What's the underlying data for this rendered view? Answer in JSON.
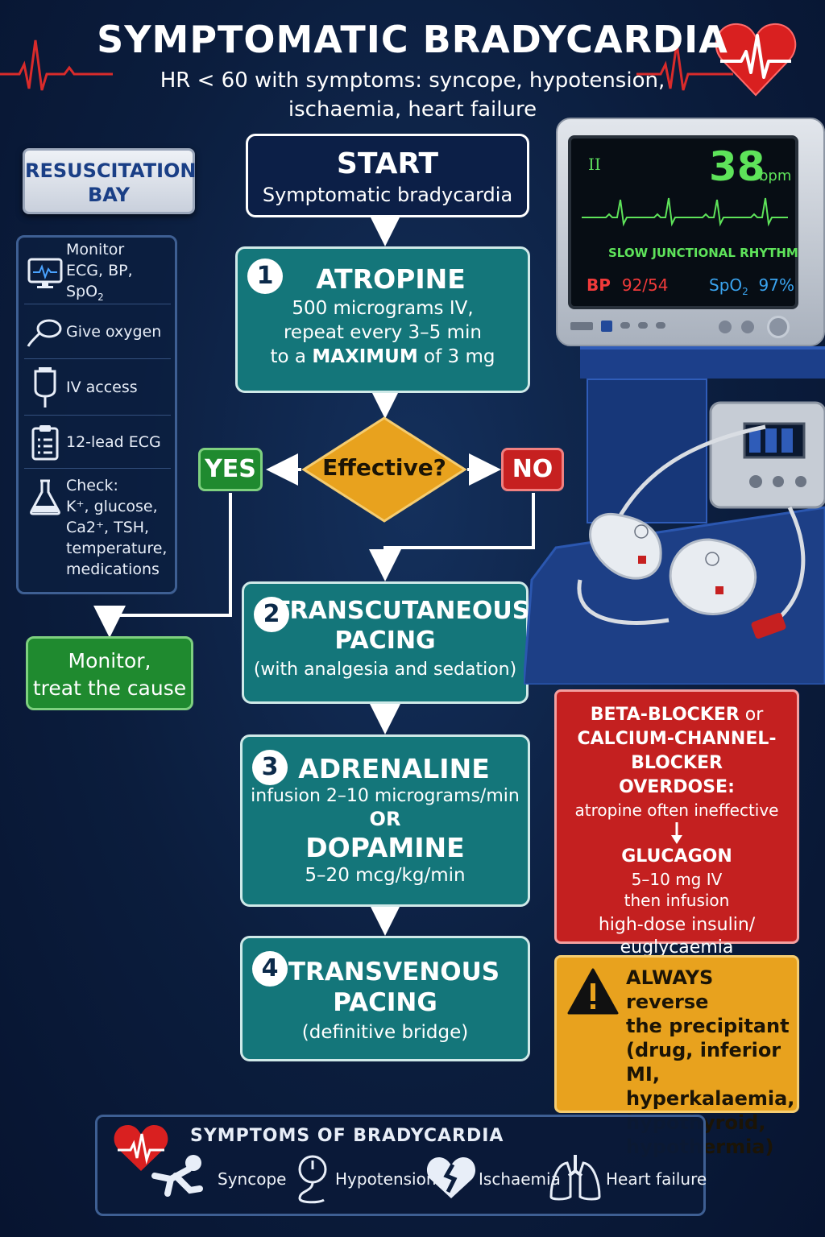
{
  "header": {
    "title": "SYMPTOMATIC BRADYCARDIA",
    "subtitle_line1": "HR < 60 with symptoms: syncope, hypotension,",
    "subtitle_line2": "ischaemia, heart failure"
  },
  "resus_tag": {
    "line1": "RESUSCITATION",
    "line2": "BAY"
  },
  "checklist": [
    {
      "icon": "monitor-icon",
      "line1": "Monitor",
      "line2": "ECG, BP, SpO",
      "sub": "2"
    },
    {
      "icon": "oxygen-mask-icon",
      "line1": "Give oxygen"
    },
    {
      "icon": "iv-bag-icon",
      "line1": "IV access"
    },
    {
      "icon": "clipboard-icon",
      "line1": "12-lead ECG"
    },
    {
      "icon": "flask-icon",
      "line1": "Check:",
      "line2": "K⁺, glucose,",
      "line3": "Ca2⁺, TSH,",
      "line4": "temperature,",
      "line5": "medications"
    }
  ],
  "flow": {
    "start": {
      "title": "START",
      "text": "Symptomatic bradycardia"
    },
    "step1": {
      "num": "1",
      "title": "ATROPINE",
      "line1": "500 micrograms IV,",
      "line2": "repeat every 3–5 min",
      "line3_pre": "to a ",
      "line3_bold": "MAXIMUM",
      "line3_post": " of 3 mg"
    },
    "decision": "Effective?",
    "yes": "YES",
    "no": "NO",
    "yes_outcome_line1": "Monitor,",
    "yes_outcome_line2": "treat the cause",
    "step2": {
      "num": "2",
      "title1": "TRANSCUTANEOUS",
      "title2": "PACING",
      "text": "(with analgesia and sedation)"
    },
    "step3": {
      "num": "3",
      "title": "ADRENALINE",
      "line1": "infusion 2–10 micrograms/min",
      "or": "OR",
      "title2": "DOPAMINE",
      "line2": "5–20 mcg/kg/min"
    },
    "step4": {
      "num": "4",
      "title1": "TRANSVENOUS",
      "title2": "PACING",
      "text": "(definitive bridge)"
    }
  },
  "overdose": {
    "title1": "BETA-BLOCKER",
    "or": " or",
    "title2": "CALCIUM-CHANNEL-BLOCKER",
    "title3": "OVERDOSE:",
    "note": "atropine often ineffective",
    "drug": "GLUCAGON",
    "dose1": "5–10 mg IV",
    "dose2": "then infusion",
    "then1": "high-dose insulin/",
    "then2": "euglycaemia"
  },
  "warning": {
    "line1": "ALWAYS reverse",
    "line2": "the precipitant",
    "line3": "(drug, inferior MI,",
    "line4": "hyperkalaemia,",
    "line5": "hypothyroid,",
    "line6": "hypothermia)"
  },
  "monitor": {
    "lead": "II",
    "hr": "38",
    "hr_unit": "bpm",
    "rhythm": "SLOW JUNCTIONAL RHYTHM",
    "bp_label": "BP",
    "bp_value": "92/54",
    "spo2_label": "SpO",
    "spo2_sub": "2",
    "spo2_value": "97%"
  },
  "symptoms": {
    "title": "SYMPTOMS OF BRADYCARDIA",
    "items": [
      "Syncope",
      "Hypotension",
      "Ischaemia",
      "Heart failure"
    ]
  },
  "colors": {
    "background": "#0b1d3d",
    "teal": "#14767a",
    "green": "#1f8a2f",
    "red": "#c62020",
    "amber": "#e8a21e",
    "monitor_green": "#5ee35a"
  }
}
